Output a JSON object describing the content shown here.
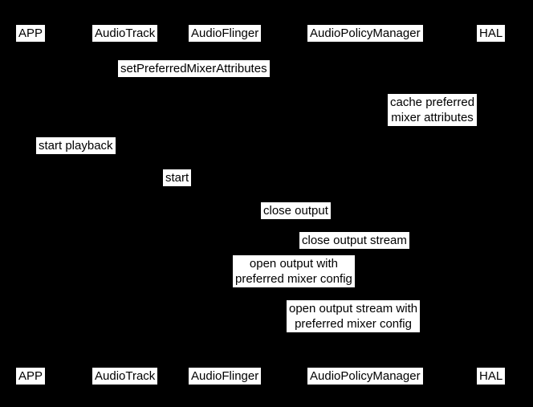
{
  "diagram": {
    "type": "sequence-diagram",
    "colors": {
      "background": "#000000",
      "label_background": "#ffffff",
      "label_text": "#000000"
    },
    "participants": [
      "APP",
      "AudioTrack",
      "AudioFlinger",
      "AudioPolicyManager",
      "HAL"
    ],
    "messages": [
      {
        "label": "setPreferredMixerAttributes"
      },
      {
        "label": "cache preferred\nmixer attributes"
      },
      {
        "label": "start playback"
      },
      {
        "label": "start"
      },
      {
        "label": "close output"
      },
      {
        "label": "close output stream"
      },
      {
        "label": "open output with\npreferred mixer config"
      },
      {
        "label": "open output stream with\npreferred mixer config"
      }
    ]
  }
}
